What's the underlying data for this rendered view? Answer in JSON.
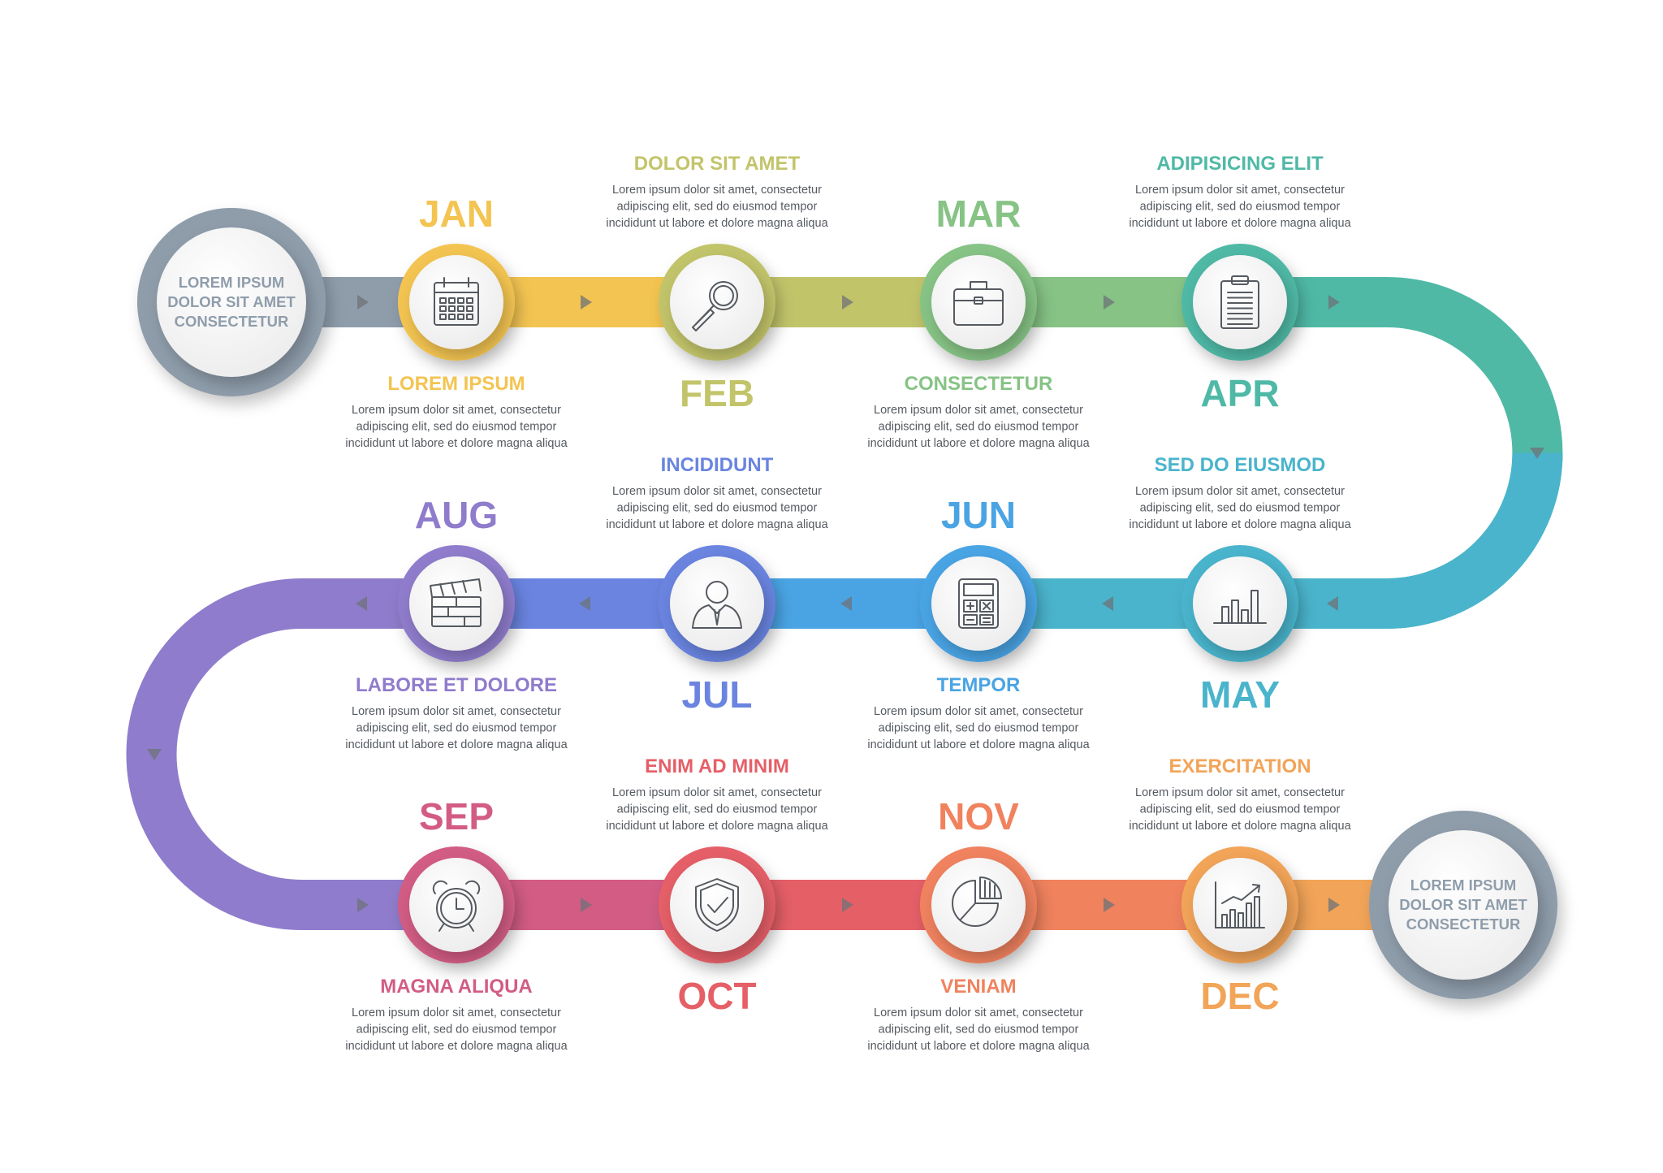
{
  "start_label": [
    "LOREM IPSUM",
    "DOLOR SIT AMET",
    "CONSECTETUR"
  ],
  "end_label": [
    "LOREM IPSUM",
    "DOLOR SIT AMET",
    "CONSECTETUR"
  ],
  "end_color": "#8f9dab",
  "steps": [
    {
      "month": "JAN",
      "title": "LOREM IPSUM",
      "color": "#f3c451",
      "icon": "calendar-icon",
      "desc": [
        "Lorem ipsum dolor sit amet, consectetur",
        "adipiscing elit, sed do eiusmod tempor",
        "incididunt ut labore et dolore magna aliqua"
      ]
    },
    {
      "month": "FEB",
      "title": "DOLOR SIT AMET",
      "color": "#c2c46a",
      "icon": "magnifier-icon",
      "desc": [
        "Lorem ipsum dolor sit amet, consectetur",
        "adipiscing elit, sed do eiusmod tempor",
        "incididunt ut labore et dolore magna aliqua"
      ]
    },
    {
      "month": "MAR",
      "title": "CONSECTETUR",
      "color": "#86c385",
      "icon": "briefcase-icon",
      "desc": [
        "Lorem ipsum dolor sit amet, consectetur",
        "adipiscing elit, sed do eiusmod tempor",
        "incididunt ut labore et dolore magna aliqua"
      ]
    },
    {
      "month": "APR",
      "title": "ADIPISICING ELIT",
      "color": "#4fb9a6",
      "icon": "clipboard-icon",
      "desc": [
        "Lorem ipsum dolor sit amet, consectetur",
        "adipiscing elit, sed do eiusmod tempor",
        "incididunt ut labore et dolore magna aliqua"
      ]
    },
    {
      "month": "MAY",
      "title": "SED DO EIUSMOD",
      "color": "#4ab4cc",
      "icon": "bar-chart-icon",
      "desc": [
        "Lorem ipsum dolor sit amet, consectetur",
        "adipiscing elit, sed do eiusmod tempor",
        "incididunt ut labore et dolore magna aliqua"
      ]
    },
    {
      "month": "JUN",
      "title": "TEMPOR",
      "color": "#4aa4e4",
      "icon": "calculator-icon",
      "desc": [
        "Lorem ipsum dolor sit amet, consectetur",
        "adipiscing elit, sed do eiusmod tempor",
        "incididunt ut labore et dolore magna aliqua"
      ]
    },
    {
      "month": "JUL",
      "title": "INCIDIDUNT",
      "color": "#6a84e0",
      "icon": "businessman-icon",
      "desc": [
        "Lorem ipsum dolor sit amet, consectetur",
        "adipiscing elit, sed do eiusmod tempor",
        "incididunt ut labore et dolore magna aliqua"
      ]
    },
    {
      "month": "AUG",
      "title": "LABORE ET DOLORE",
      "color": "#8f7ccc",
      "icon": "clapperboard-icon",
      "desc": [
        "Lorem ipsum dolor sit amet, consectetur",
        "adipiscing elit, sed do eiusmod tempor",
        "incididunt ut labore et dolore magna aliqua"
      ]
    },
    {
      "month": "SEP",
      "title": "MAGNA ALIQUA",
      "color": "#d25c84",
      "icon": "alarm-clock-icon",
      "desc": [
        "Lorem ipsum dolor sit amet, consectetur",
        "adipiscing elit, sed do eiusmod tempor",
        "incididunt ut labore et dolore magna aliqua"
      ]
    },
    {
      "month": "OCT",
      "title": "ENIM AD MINIM",
      "color": "#e55f67",
      "icon": "shield-check-icon",
      "desc": [
        "Lorem ipsum dolor sit amet, consectetur",
        "adipiscing elit, sed do eiusmod tempor",
        "incididunt ut labore et dolore magna aliqua"
      ]
    },
    {
      "month": "NOV",
      "title": "VENIAM",
      "color": "#f0825e",
      "icon": "pie-chart-icon",
      "desc": [
        "Lorem ipsum dolor sit amet, consectetur",
        "adipiscing elit, sed do eiusmod tempor",
        "incididunt ut labore et dolore magna aliqua"
      ]
    },
    {
      "month": "DEC",
      "title": "EXERCITATION",
      "color": "#f2a458",
      "icon": "growth-chart-icon",
      "desc": [
        "Lorem ipsum dolor sit amet, consectetur",
        "adipiscing elit, sed do eiusmod tempor",
        "incididunt ut labore et dolore magna aliqua"
      ]
    }
  ]
}
